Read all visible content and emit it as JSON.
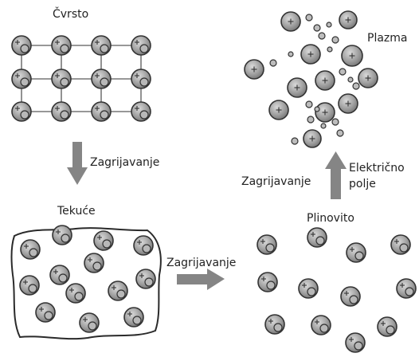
{
  "labels": {
    "solid": "Čvrsto",
    "liquid": "Tekuće",
    "gas": "Plinovito",
    "plasma": "Plazma",
    "heating_1": "Zagrijavanje",
    "heating_2": "Zagrijavanje",
    "heating_3": "Zagrijavanje",
    "electric_field_line1": "Električno",
    "electric_field_line2": "polje"
  },
  "colors": {
    "arrow": "#858585",
    "atom_fill": "#9a9a9a",
    "electron_fill": "#b8b8b8",
    "outline": "#333333"
  }
}
